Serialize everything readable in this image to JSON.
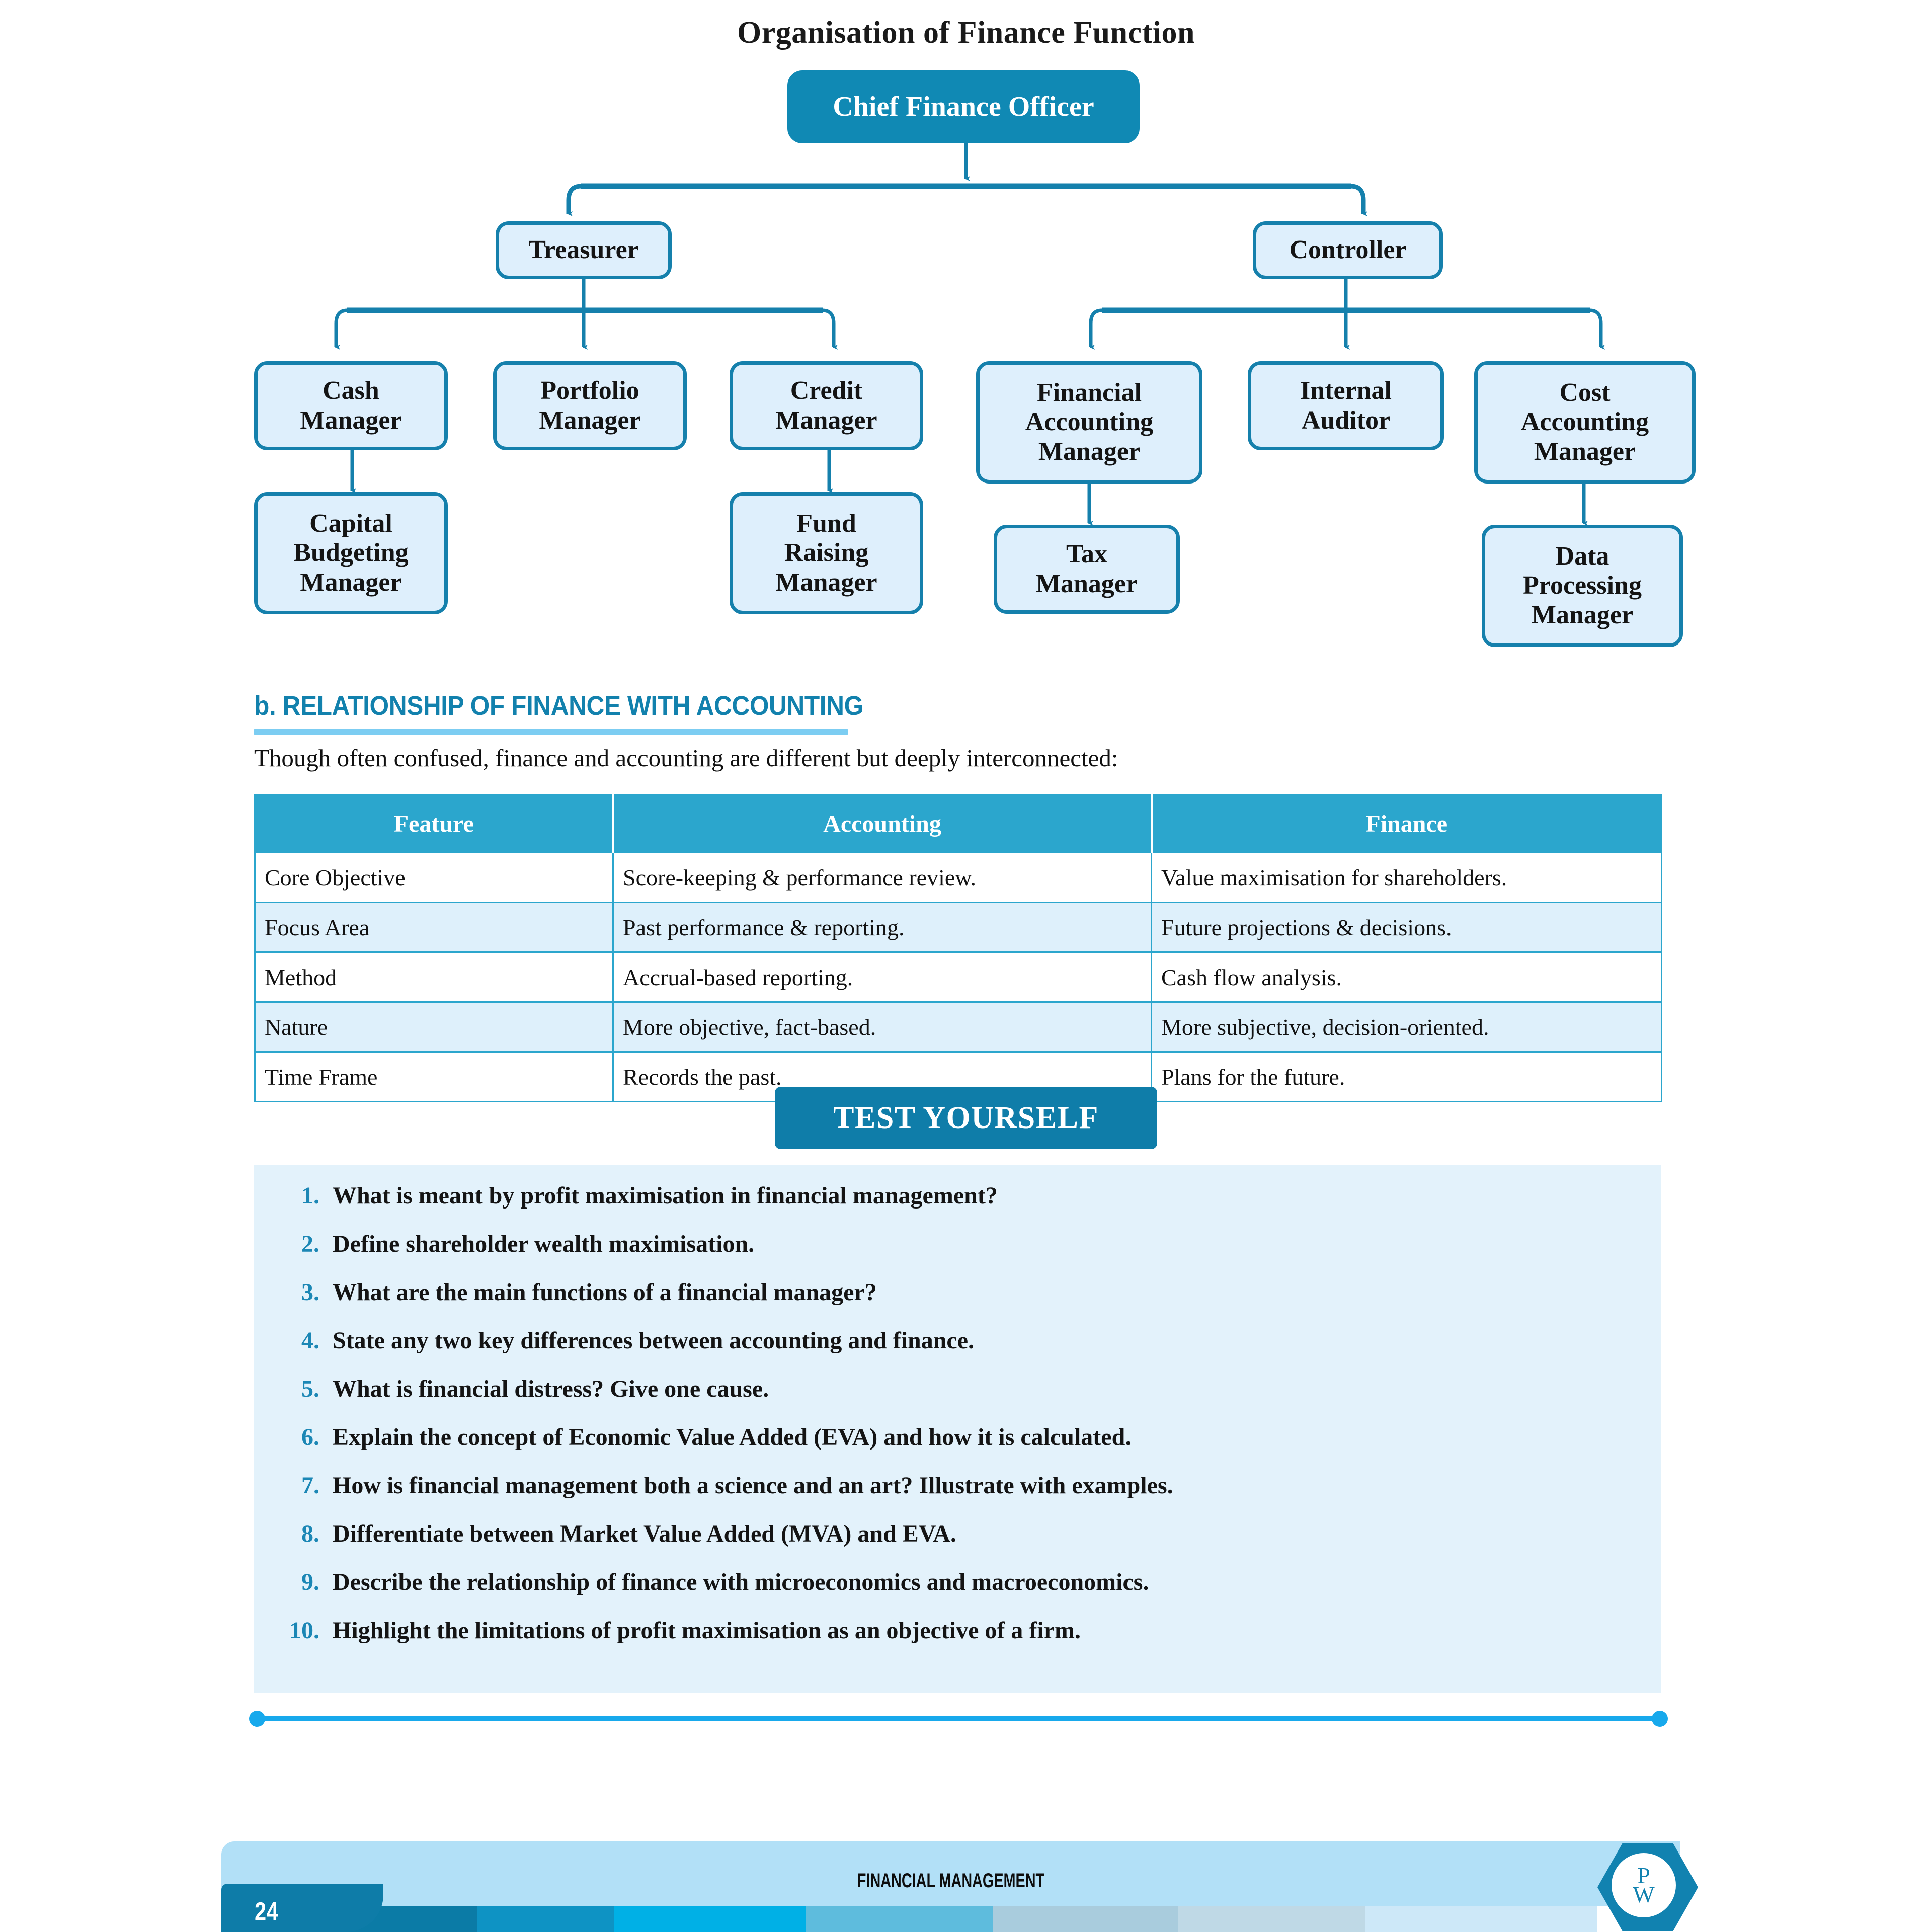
{
  "org_chart": {
    "title": "Organisation of Finance Function",
    "nodes": {
      "root": "Chief Finance Officer",
      "treasurer": "Treasurer",
      "controller": "Controller",
      "cash_manager": "Cash\nManager",
      "portfolio_manager": "Portfolio\nManager",
      "credit_manager": "Credit\nManager",
      "financial_accounting_manager": "Financial\nAccounting\nManager",
      "internal_auditor": "Internal\nAuditor",
      "cost_accounting_manager": "Cost\nAccounting\nManager",
      "capital_budgeting_manager": "Capital\nBudgeting\nManager",
      "fund_raising_manager": "Fund\nRaising\nManager",
      "tax_manager": "Tax\nManager",
      "data_processing_manager": "Data\nProcessing\nManager"
    },
    "colors": {
      "root_fill": "#1089b4",
      "node_fill": "#deeffc",
      "node_border": "#1580ac",
      "connector": "#1580ac"
    }
  },
  "section": {
    "heading": "b. RELATIONSHIP OF FINANCE WITH ACCOUNTING",
    "heading_color": "#1281ad",
    "rule_color": "#7ccdf2",
    "intro": "Though often confused, finance and accounting are different but deeply interconnected:"
  },
  "table": {
    "headers": [
      "Feature",
      "Accounting",
      "Finance"
    ],
    "header_bg": "#2ba6cd",
    "row_alt_bg": "#def0fb",
    "rows": [
      [
        "Core Objective",
        "Score-keeping & performance review.",
        "Value maximisation for shareholders."
      ],
      [
        "Focus Area",
        "Past performance & reporting.",
        "Future projections & decisions."
      ],
      [
        "Method",
        "Accrual-based reporting.",
        "Cash flow analysis."
      ],
      [
        "Nature",
        "More objective, fact-based.",
        "More subjective, decision-oriented."
      ],
      [
        "Time Frame",
        "Records the past.",
        "Plans for the future."
      ]
    ]
  },
  "test_yourself": {
    "banner_label": "TEST YOURSELF",
    "banner_bg": "#0f7da9",
    "panel_bg": "#e3f2fb",
    "number_color": "#1b87b5",
    "questions": [
      {
        "num": "1.",
        "text": "What is meant by profit maximisation in financial management?"
      },
      {
        "num": "2.",
        "text": "Define shareholder wealth maximisation."
      },
      {
        "num": "3.",
        "text": "What are the main functions of a financial manager?"
      },
      {
        "num": "4.",
        "text": "State any two key differences between accounting and finance."
      },
      {
        "num": "5.",
        "text": "What is financial distress? Give one cause."
      },
      {
        "num": "6.",
        "text": "Explain the concept of Economic Value Added (EVA) and how it is calculated."
      },
      {
        "num": "7.",
        "text": "How is financial management both a science and an art? Illustrate with examples."
      },
      {
        "num": "8.",
        "text": "Differentiate between Market Value Added (MVA) and EVA."
      },
      {
        "num": "9.",
        "text": "Describe the relationship of finance with microeconomics and macroeconomics."
      },
      {
        "num": "10.",
        "text": "Highlight the limitations of profit maximisation as an objective of a firm."
      }
    ]
  },
  "divider": {
    "color": "#18a9ec"
  },
  "footer": {
    "page_number": "24",
    "title": "FINANCIAL MANAGEMENT",
    "band_color": "#b2e0f7",
    "tab_color": "#0e7ca8",
    "logo_letters_top": "P",
    "logo_letters_bottom": "W",
    "strip_colors": [
      "#0b7ba6",
      "#0e93c4",
      "#00b0e6",
      "#5ebcdd",
      "#a9ccdd",
      "#bfd9e6",
      "#cde8f8"
    ]
  }
}
